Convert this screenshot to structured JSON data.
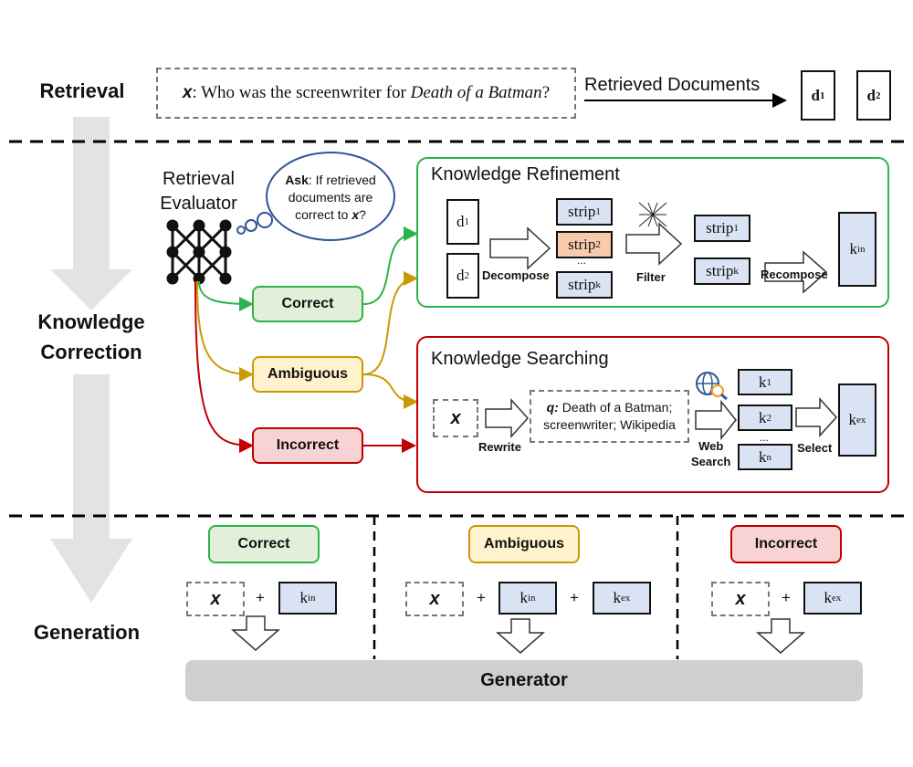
{
  "sections": {
    "retrieval": "Retrieval",
    "correction": "Knowledge Correction",
    "generation": "Generation"
  },
  "query": {
    "x": "x",
    "prefix": ": Who was the screenwriter for ",
    "title": "Death of a Batman",
    "suffix": "?"
  },
  "retrieved_label": "Retrieved Documents",
  "docs": [
    "d",
    "d"
  ],
  "doc_subs": [
    "1",
    "2"
  ],
  "evaluator": {
    "label": "Retrieval Evaluator",
    "ask_bold": "Ask",
    "ask_text": ": If retrieved documents are correct to ",
    "ask_x": "x",
    "ask_q": "?"
  },
  "actions": {
    "correct": "Correct",
    "ambiguous": "Ambiguous",
    "incorrect": "Incorrect"
  },
  "refinement": {
    "title": "Knowledge Refinement",
    "decompose": "Decompose",
    "filter": "Filter",
    "recompose": "Recompose",
    "strip": "strip",
    "subs": [
      "1",
      "2",
      "k"
    ],
    "filtered_subs": [
      "1",
      "k"
    ],
    "ellipsis": "...",
    "kin": "k",
    "kin_sub": "in"
  },
  "searching": {
    "title": "Knowledge Searching",
    "x": "x",
    "rewrite": "Rewrite",
    "q": "q:",
    "query_line1": "Death of a Batman;",
    "query_line2": "screenwriter; Wikipedia",
    "web": "Web",
    "search": "Search",
    "select": "Select",
    "k": "k",
    "k_subs": [
      "1",
      "2",
      "n"
    ],
    "ellipsis": "...",
    "kex": "k",
    "kex_sub": "ex"
  },
  "generation": {
    "plus": "+",
    "x": "x",
    "k": "k",
    "in": "in",
    "ex": "ex",
    "generator": "Generator"
  },
  "colors": {
    "correct": "#2db34a",
    "ambiguous": "#c99a06",
    "incorrect": "#c00000",
    "doc_fill": "#dae3f3",
    "strip2_fill": "#f8cbad",
    "cloud": "#2f5597"
  }
}
